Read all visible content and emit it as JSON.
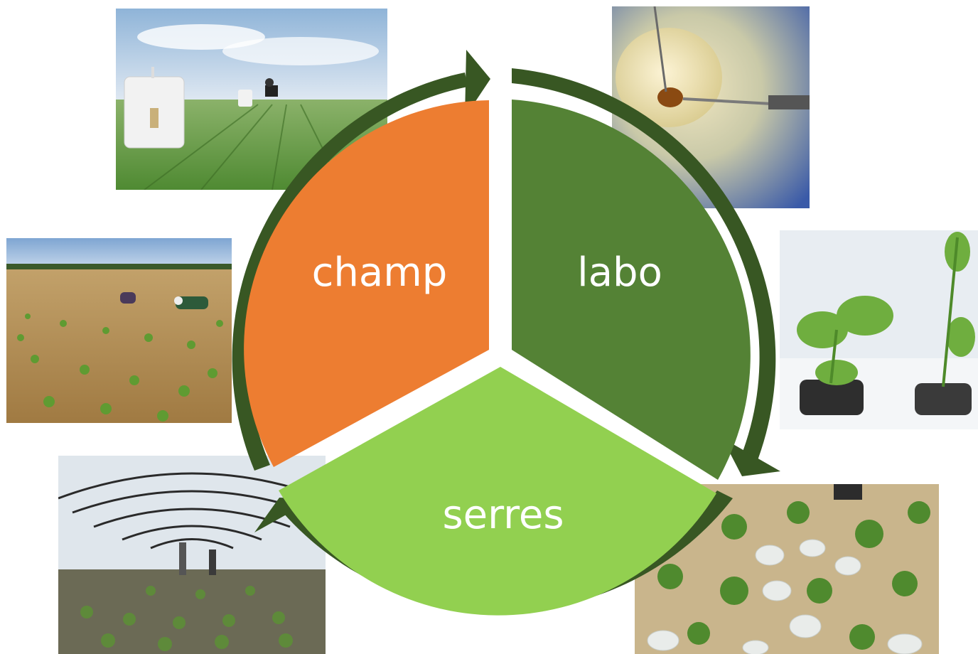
{
  "diagram": {
    "segments": [
      {
        "id": "champ",
        "label": "champ",
        "color": "#ED7D31"
      },
      {
        "id": "labo",
        "label": "labo",
        "color": "#548235"
      },
      {
        "id": "serres",
        "label": "serres",
        "color": "#92D050"
      }
    ],
    "arrow_color": "#385723"
  },
  "photos": [
    {
      "id": "field-traps",
      "icon": "field-with-traps"
    },
    {
      "id": "lab-microscope",
      "icon": "insect-under-microscope"
    },
    {
      "id": "field-workers",
      "icon": "workers-in-beet-field"
    },
    {
      "id": "plants-pots",
      "icon": "plants-in-pots"
    },
    {
      "id": "greenhouse",
      "icon": "greenhouse-tunnel"
    },
    {
      "id": "field-bags",
      "icon": "plants-with-bags"
    }
  ]
}
